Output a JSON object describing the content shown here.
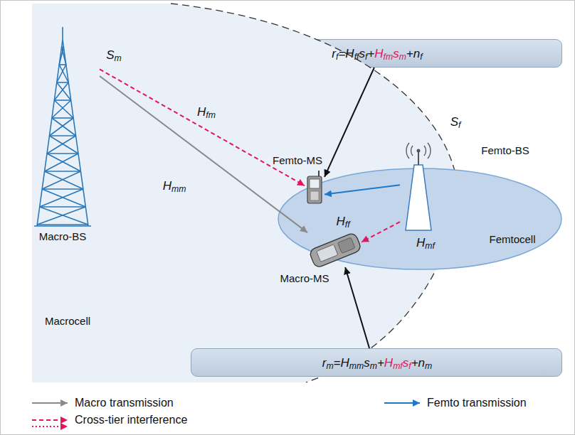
{
  "diagram": {
    "nodes": [
      {
        "text": [
          "rf=Hffsf+Hfmsm+nf"
        ]
      },
      {
        "text": [
          "Macrocell"
        ]
      },
      {
        "text": [
          "Macro-BS"
        ],
        "in": 1
      },
      {
        "text": [
          "Femto-MS"
        ],
        "in": 1
      },
      {
        "text": [
          "Femto-BS"
        ],
        "in": 1
      },
      {
        "text": [
          "Femtocell"
        ],
        "in": 1
      },
      {
        "text": [
          "Macro-MS"
        ],
        "in": 1
      },
      {
        "text": [
          "rm=Hmmsm+Hmfsf+nm"
        ]
      }
    ],
    "edges": [
      {
        "from": 0,
        "to": 3,
        "arrow": "to"
      },
      {
        "from": 2,
        "to": 3,
        "label": "Hfm",
        "arrow": "to"
      },
      {
        "from": 2,
        "to": 6,
        "label": "Hmm",
        "arrow": "to"
      },
      {
        "from": 4,
        "to": 3,
        "label": "Hff",
        "arrow": "to"
      },
      {
        "from": 4,
        "to": 6,
        "label": "Hmf",
        "arrow": "to"
      },
      {
        "from": 7,
        "to": 6,
        "arrow": "to"
      }
    ],
    "labels": [
      "Sm",
      "Sf"
    ],
    "legend": [
      {
        "text": "Macro transmission"
      },
      {
        "text": "Femto transmission"
      },
      {
        "text": "Cross-tier interference"
      }
    ]
  }
}
